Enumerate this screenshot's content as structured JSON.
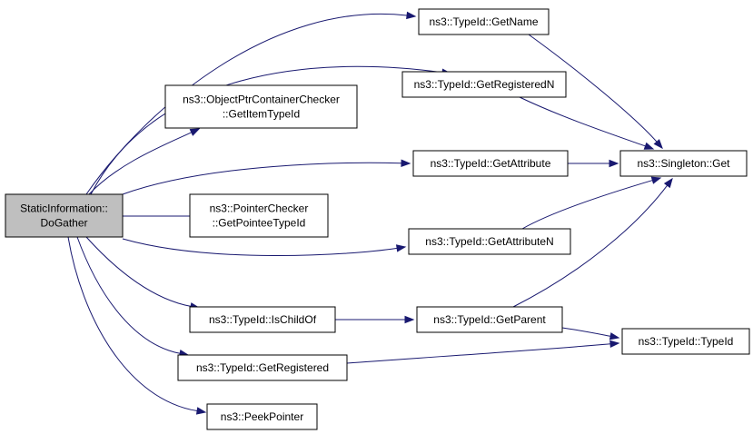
{
  "nodes": [
    {
      "id": "root",
      "lines": [
        "StaticInformation::",
        "DoGather"
      ],
      "root": true
    },
    {
      "id": "getname",
      "lines": [
        "ns3::TypeId::GetName"
      ]
    },
    {
      "id": "getregisteredn",
      "lines": [
        "ns3::TypeId::GetRegisteredN"
      ]
    },
    {
      "id": "objptrcontainer",
      "lines": [
        "ns3::ObjectPtrContainerChecker",
        "::GetItemTypeId"
      ]
    },
    {
      "id": "getattribute",
      "lines": [
        "ns3::TypeId::GetAttribute"
      ]
    },
    {
      "id": "pointerchecker",
      "lines": [
        "ns3::PointerChecker",
        "::GetPointeeTypeId"
      ]
    },
    {
      "id": "getattributen",
      "lines": [
        "ns3::TypeId::GetAttributeN"
      ]
    },
    {
      "id": "ischildof",
      "lines": [
        "ns3::TypeId::IsChildOf"
      ]
    },
    {
      "id": "getparent",
      "lines": [
        "ns3::TypeId::GetParent"
      ]
    },
    {
      "id": "getregistered",
      "lines": [
        "ns3::TypeId::GetRegistered"
      ]
    },
    {
      "id": "peekpointer",
      "lines": [
        "ns3::PeekPointer"
      ]
    },
    {
      "id": "singletonget",
      "lines": [
        "ns3::Singleton::Get"
      ]
    },
    {
      "id": "typeid",
      "lines": [
        "ns3::TypeId::TypeId"
      ]
    }
  ],
  "edges": [
    {
      "from": "root",
      "to": "getname"
    },
    {
      "from": "root",
      "to": "getregisteredn"
    },
    {
      "from": "root",
      "to": "objptrcontainer"
    },
    {
      "from": "root",
      "to": "getattribute"
    },
    {
      "from": "root",
      "to": "pointerchecker"
    },
    {
      "from": "root",
      "to": "getattributen"
    },
    {
      "from": "root",
      "to": "ischildof"
    },
    {
      "from": "root",
      "to": "getregistered"
    },
    {
      "from": "root",
      "to": "peekpointer"
    },
    {
      "from": "getname",
      "to": "singletonget"
    },
    {
      "from": "getregisteredn",
      "to": "singletonget"
    },
    {
      "from": "getattribute",
      "to": "singletonget"
    },
    {
      "from": "getattributen",
      "to": "singletonget"
    },
    {
      "from": "getparent",
      "to": "singletonget"
    },
    {
      "from": "ischildof",
      "to": "getparent"
    },
    {
      "from": "getparent",
      "to": "typeid"
    },
    {
      "from": "getregistered",
      "to": "typeid"
    }
  ],
  "colors": {
    "edge": "#191970",
    "root_fill": "#bfbfbf",
    "node_fill": "#ffffff",
    "border": "#000000"
  }
}
